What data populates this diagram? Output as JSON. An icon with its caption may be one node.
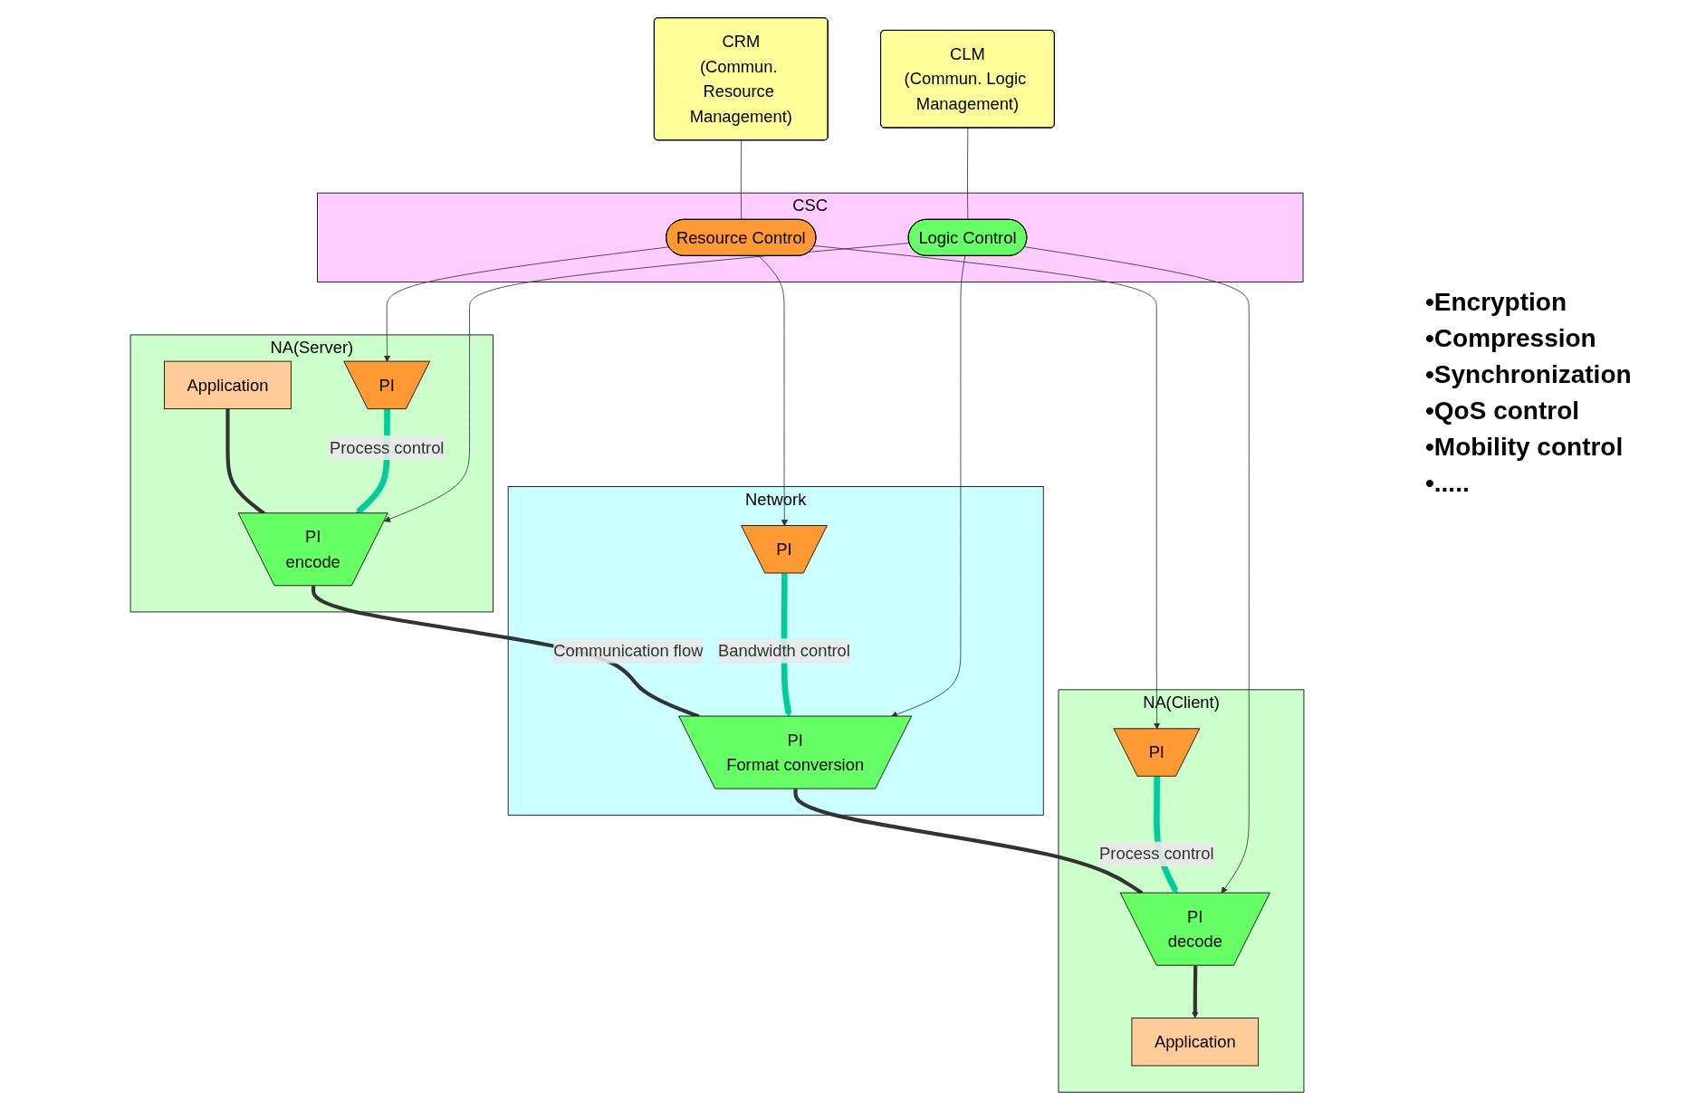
{
  "diagram": {
    "nodes": [
      {
        "text": [
          "CSC"
        ]
      },
      {
        "text": [
          "Resource Control"
        ],
        "in": 0
      },
      {
        "text": [
          "Logic Control"
        ],
        "in": 0
      },
      {
        "text": [
          "CRM",
          "(Commun. Resource Management)"
        ]
      },
      {
        "text": [
          "CLM",
          "(Commun. Logic Management)"
        ]
      },
      {
        "text": [
          "NA(Client)"
        ]
      },
      {
        "text": [
          "Application"
        ],
        "in": 5
      },
      {
        "text": [
          "PI",
          "decode"
        ],
        "in": 5
      },
      {
        "text": [
          "PI"
        ],
        "in": 5
      },
      {
        "text": [
          "Network"
        ]
      },
      {
        "text": [
          "PI"
        ],
        "in": 9
      },
      {
        "text": [
          "PI",
          "Format conversion"
        ],
        "in": 9
      },
      {
        "text": [
          "NA(Server)"
        ]
      },
      {
        "text": [
          "Application"
        ],
        "in": 12
      },
      {
        "text": [
          "PI",
          "encode"
        ],
        "in": 12
      },
      {
        "text": [
          "PI"
        ],
        "in": 12
      }
    ],
    "edges": [
      {
        "from": 3,
        "to": 1,
        "arrow": "none"
      },
      {
        "from": 4,
        "to": 2,
        "arrow": "none"
      },
      {
        "from": 7,
        "to": 6,
        "arrow": "to",
        "style": "thick"
      },
      {
        "from": 11,
        "to": 7,
        "arrow": "none",
        "style": "thick"
      },
      {
        "from": 14,
        "to": 11,
        "arrow": "none",
        "style": "thick",
        "label": "Communication flow"
      },
      {
        "from": 13,
        "to": 14,
        "arrow": "none",
        "style": "thick"
      },
      {
        "from": 8,
        "to": 7,
        "arrow": "to",
        "style": "thick",
        "color": "#00cc99",
        "label": "Process control"
      },
      {
        "from": 10,
        "to": 11,
        "arrow": "to",
        "style": "thick",
        "color": "#00cc99",
        "label": "Bandwidth control"
      },
      {
        "from": 15,
        "to": 14,
        "arrow": "to",
        "style": "thick",
        "color": "#00cc99",
        "label": "Process control"
      },
      {
        "from": 1,
        "to": 8,
        "arrow": "to"
      },
      {
        "from": 1,
        "to": 10,
        "arrow": "to"
      },
      {
        "from": 1,
        "to": 15,
        "arrow": "to"
      },
      {
        "from": 2,
        "to": 7,
        "arrow": "to"
      },
      {
        "from": 2,
        "to": 11,
        "arrow": "to"
      },
      {
        "from": 2,
        "to": 14,
        "arrow": "to"
      }
    ],
    "labels": [
      "•Encryption",
      "•Compression",
      "•Synchronization",
      "•QoS control",
      "•Mobility control",
      "•....."
    ]
  }
}
